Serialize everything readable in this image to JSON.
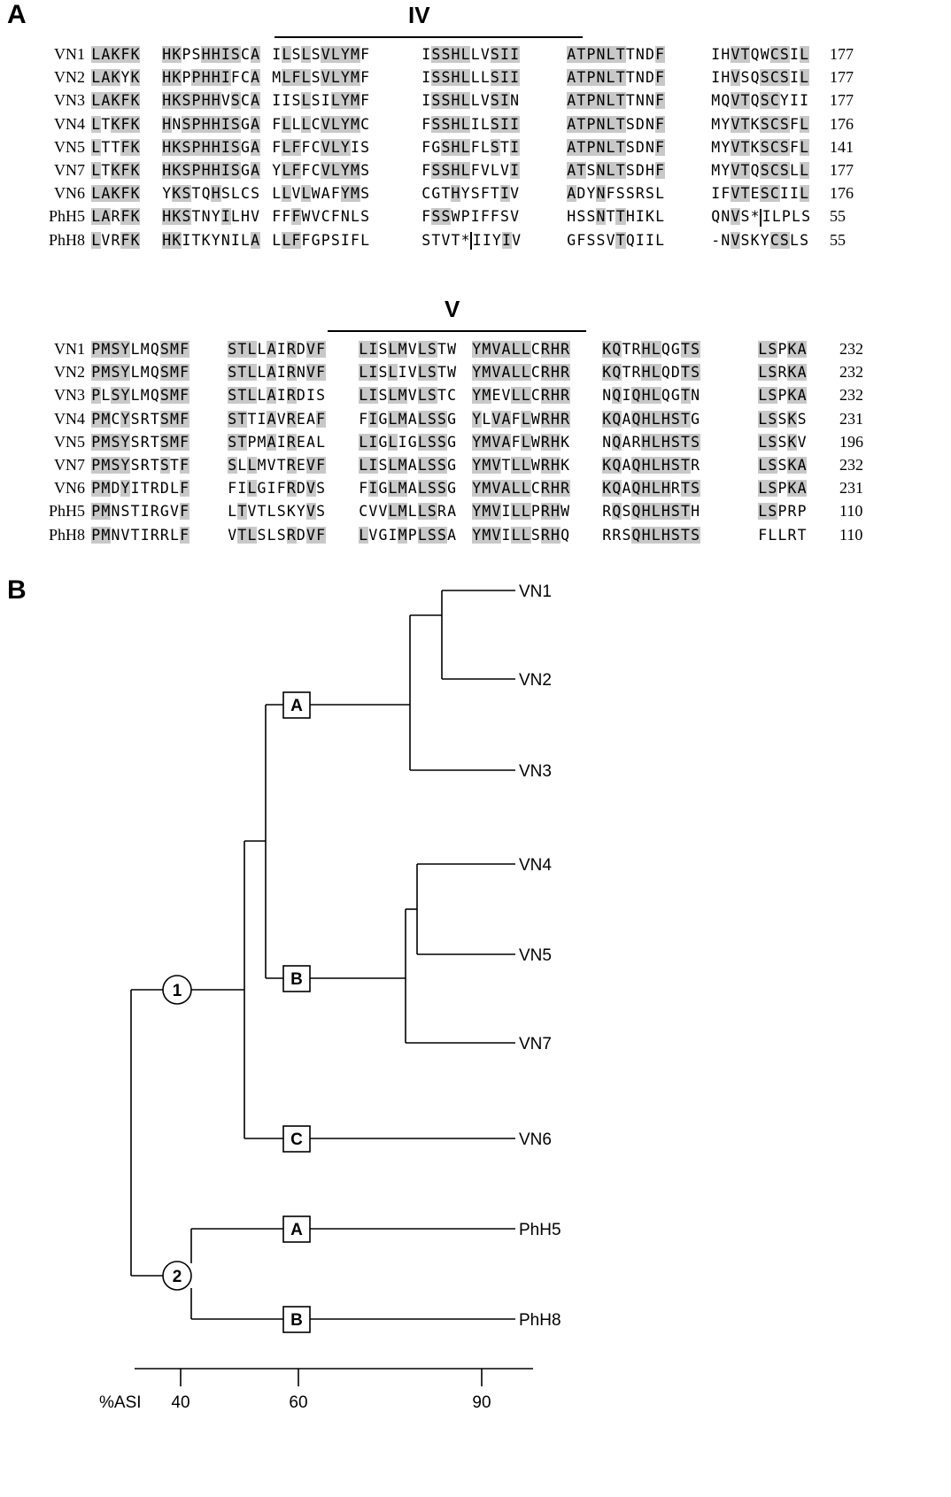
{
  "panelA": {
    "label": "A",
    "block1": {
      "region": "IV",
      "rows": [
        {
          "name": "VN1",
          "groups": [
            "LAKFK",
            "HKPSHHISCA",
            "ILSLSVLYMF",
            "ISSHLLVSII",
            "ATPNLTTNDF",
            "IHVTQWCSIL"
          ],
          "num": "177"
        },
        {
          "name": "VN2",
          "groups": [
            "LAKYK",
            "HKPPHHIFCA",
            "MLFLSVLYMF",
            "ISSHLLLSII",
            "ATPNLTTNDF",
            "IHVSQSCSIL"
          ],
          "num": "177"
        },
        {
          "name": "VN3",
          "groups": [
            "LAKFK",
            "HKSPHHVSCA",
            "IISLSILYMF",
            "ISSHLLVSIN",
            "ATPNLTTNNF",
            "MQVTQSCYII"
          ],
          "num": "177"
        },
        {
          "name": "VN4",
          "groups": [
            "LTKFK",
            "HNSPHHISGA",
            "FLLLCVLYMC",
            "FSSHLILSII",
            "ATPNLTSDNF",
            "MYVTKSCSFL"
          ],
          "num": "176"
        },
        {
          "name": "VN5",
          "groups": [
            "LTTFK",
            "HKSPHHISGA",
            "FLFFCVLYIS",
            "FGSHLFLSTI",
            "ATPNLTSDNF",
            "MYVTKSCSFL"
          ],
          "num": "141"
        },
        {
          "name": "VN7",
          "groups": [
            "LTKFK",
            "HKSPHHISGA",
            "YLFFCVLYMS",
            "FSSHLFVLVI",
            "ATSNLTSDHF",
            "MYVTQSCSLL"
          ],
          "num": "177"
        },
        {
          "name": "VN6",
          "groups": [
            "LAKFK",
            "YKSTQHSLCS",
            "LLVLWAFYMS",
            "CGTHYSFTIV",
            "ADYNFSSRSL",
            "IFVTESCIIL"
          ],
          "num": "176"
        },
        {
          "name": "PhH5",
          "groups": [
            "LARFK",
            "HKSTNYILHV",
            "FFFWVCFNLS",
            "FSSWPIFFSV",
            "HSSNTTHIKL",
            "QNVS*|ILPLS"
          ],
          "num": "55"
        },
        {
          "name": "PhH8",
          "groups": [
            "LVRFK",
            "HKITKYNILA",
            "LLFFGPSIFL",
            "STVT*|IIYIV",
            "GFSSVTQIIL",
            "-NVSKYCSLS"
          ],
          "num": "55"
        }
      ]
    },
    "block2": {
      "region": "V",
      "rows": [
        {
          "name": "VN1",
          "groups": [
            "PMSYLMQSMF",
            "STLLAIRDVF",
            "LISLMVLSTW",
            "YMVALLCRHR",
            "KQTRHLQGTS",
            "LSPKA"
          ],
          "num": "232"
        },
        {
          "name": "VN2",
          "groups": [
            "PMSYLMQSMF",
            "STLLAIRNVF",
            "LISLIVLSTW",
            "YMVALLCRHR",
            "KQTRHLQDTS",
            "LSRKA"
          ],
          "num": "232"
        },
        {
          "name": "VN3",
          "groups": [
            "PLSYLMQSMF",
            "STLLAIRDIS",
            "LISLMVLSTC",
            "YMEVLLCRHR",
            "NQIQHLQGTN",
            "LSPKA"
          ],
          "num": "232"
        },
        {
          "name": "VN4",
          "groups": [
            "PMCYSRTSMF",
            "STTIAVREAF",
            "FIGLMALSSG",
            "YLVAFLWRHR",
            "KQAQHLHSTG",
            "LSSKS"
          ],
          "num": "231"
        },
        {
          "name": "VN5",
          "groups": [
            "PMSYSRTSMF",
            "STPMAIREAL",
            "LIGLIGLSSG",
            "YMVAFLWRHK",
            "NQARHLHSTS",
            "LSSKV"
          ],
          "num": "196"
        },
        {
          "name": "VN7",
          "groups": [
            "PMSYSRTSTF",
            "SLLMVTREVF",
            "LISLMALSSG",
            "YMVTLLWRHK",
            "KQAQHLHSTR",
            "LSSKA"
          ],
          "num": "232"
        },
        {
          "name": "VN6",
          "groups": [
            "PMDYITRDLF",
            "FILGIFRDVS",
            "FIGLMALSSG",
            "YMVALLCRHR",
            "KQAQHLHRTS",
            "LSPKA"
          ],
          "num": "231"
        },
        {
          "name": "PhH5",
          "groups": [
            "PMNSTIRGVF",
            "LTVTLSKYVS",
            "CVVLMLLSRA",
            "YMVILLPRHW",
            "RQSQHLHSTH",
            "LSPRP"
          ],
          "num": "110"
        },
        {
          "name": "PhH8",
          "groups": [
            "PMNVTIRRLF",
            "VTLSLSRDVF",
            "LVGIMPLSSA",
            "YMVILLSRHQ",
            "RRSQHLHSTS",
            "FLLRT"
          ],
          "num": "110"
        }
      ]
    }
  },
  "panelB": {
    "label": "B",
    "axis_label": "%ASI",
    "axis_ticks": [
      "40",
      "60",
      "90"
    ],
    "nodes": {
      "n1": "1",
      "n2": "2",
      "a1": "A",
      "b1": "B",
      "c1": "C",
      "a2": "A",
      "b2": "B"
    },
    "leaves": [
      "VN1",
      "VN2",
      "VN3",
      "VN4",
      "VN5",
      "VN7",
      "VN6",
      "PhH5",
      "PhH8"
    ]
  }
}
